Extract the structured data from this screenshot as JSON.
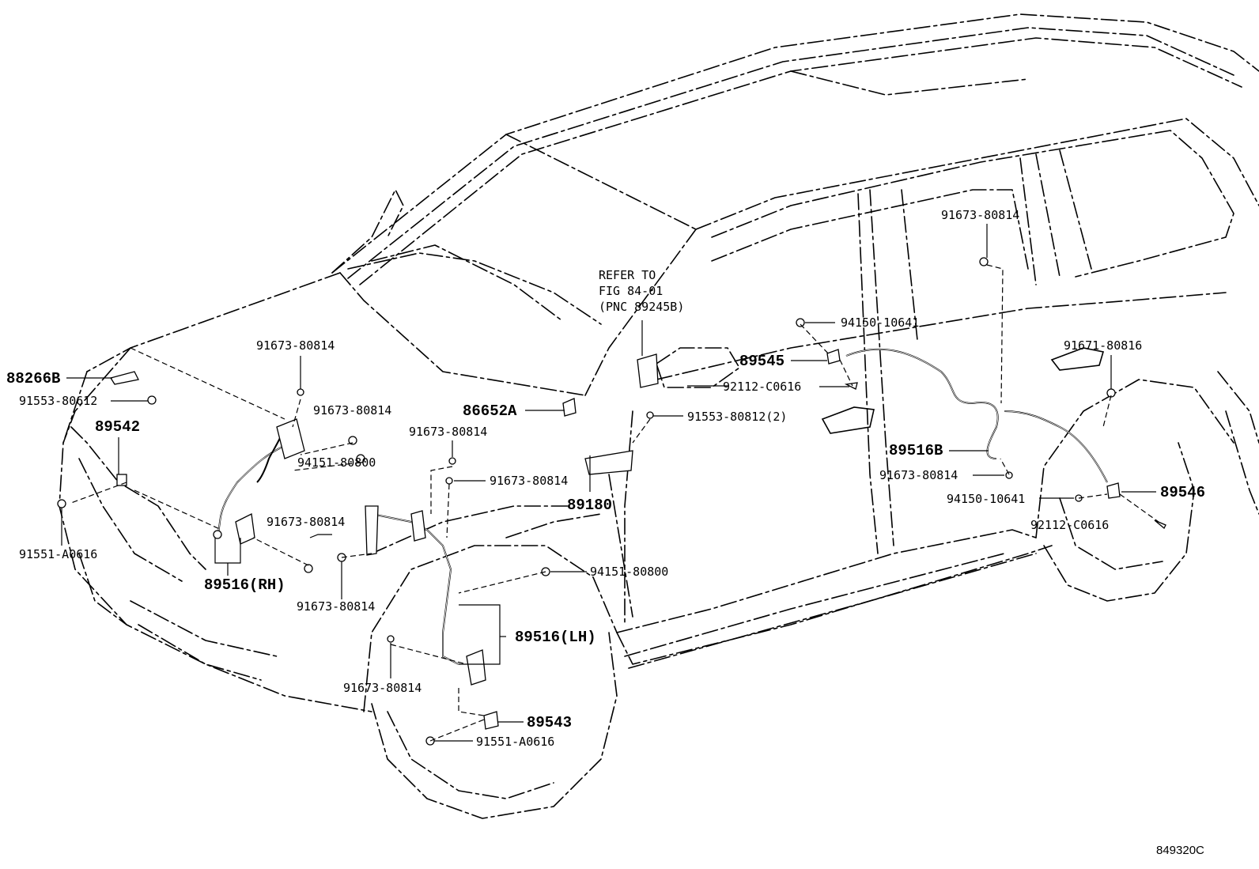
{
  "note": {
    "line1": "REFER TO",
    "line2": "FIG 84-01",
    "line3": "(PNC 89245B)"
  },
  "labels": {
    "p88266b": "88266B",
    "p91553_80612": "91553-80612",
    "p89542": "89542",
    "p91551_a0616_left": "91551-A0616",
    "p89516_rh": "89516(RH)",
    "p91673_top_front": "91673-80814",
    "p91673_front_2": "91673-80814",
    "p94151_80800_a": "94151-80800",
    "p91673_front_3": "91673-80814",
    "p91673_front_low": "91673-80814",
    "p91673_mid_1": "91673-80814",
    "p91673_mid_2": "91673-80814",
    "p86652a": "86652A",
    "p89180": "89180",
    "p94151_80800_b": "94151-80800",
    "p89516_lh": "89516(LH)",
    "p91673_wheel": "91673-80814",
    "p89543": "89543",
    "p91551_a0616_bottom": "91551-A0616",
    "p89545": "89545",
    "p94150_10641_top": "94150-10641",
    "p92112_c0616_top": "92112-C0616",
    "p91553_80812": "91553-80812(2)",
    "p91673_rear_top": "91673-80814",
    "p91671_80816": "91671-80816",
    "p89516b": "89516B",
    "p91673_rear_low": "91673-80814",
    "p94150_10641_low": "94150-10641",
    "p89546": "89546",
    "p92112_c0616_low": "92112-C0616"
  },
  "figure_code": "849320C"
}
